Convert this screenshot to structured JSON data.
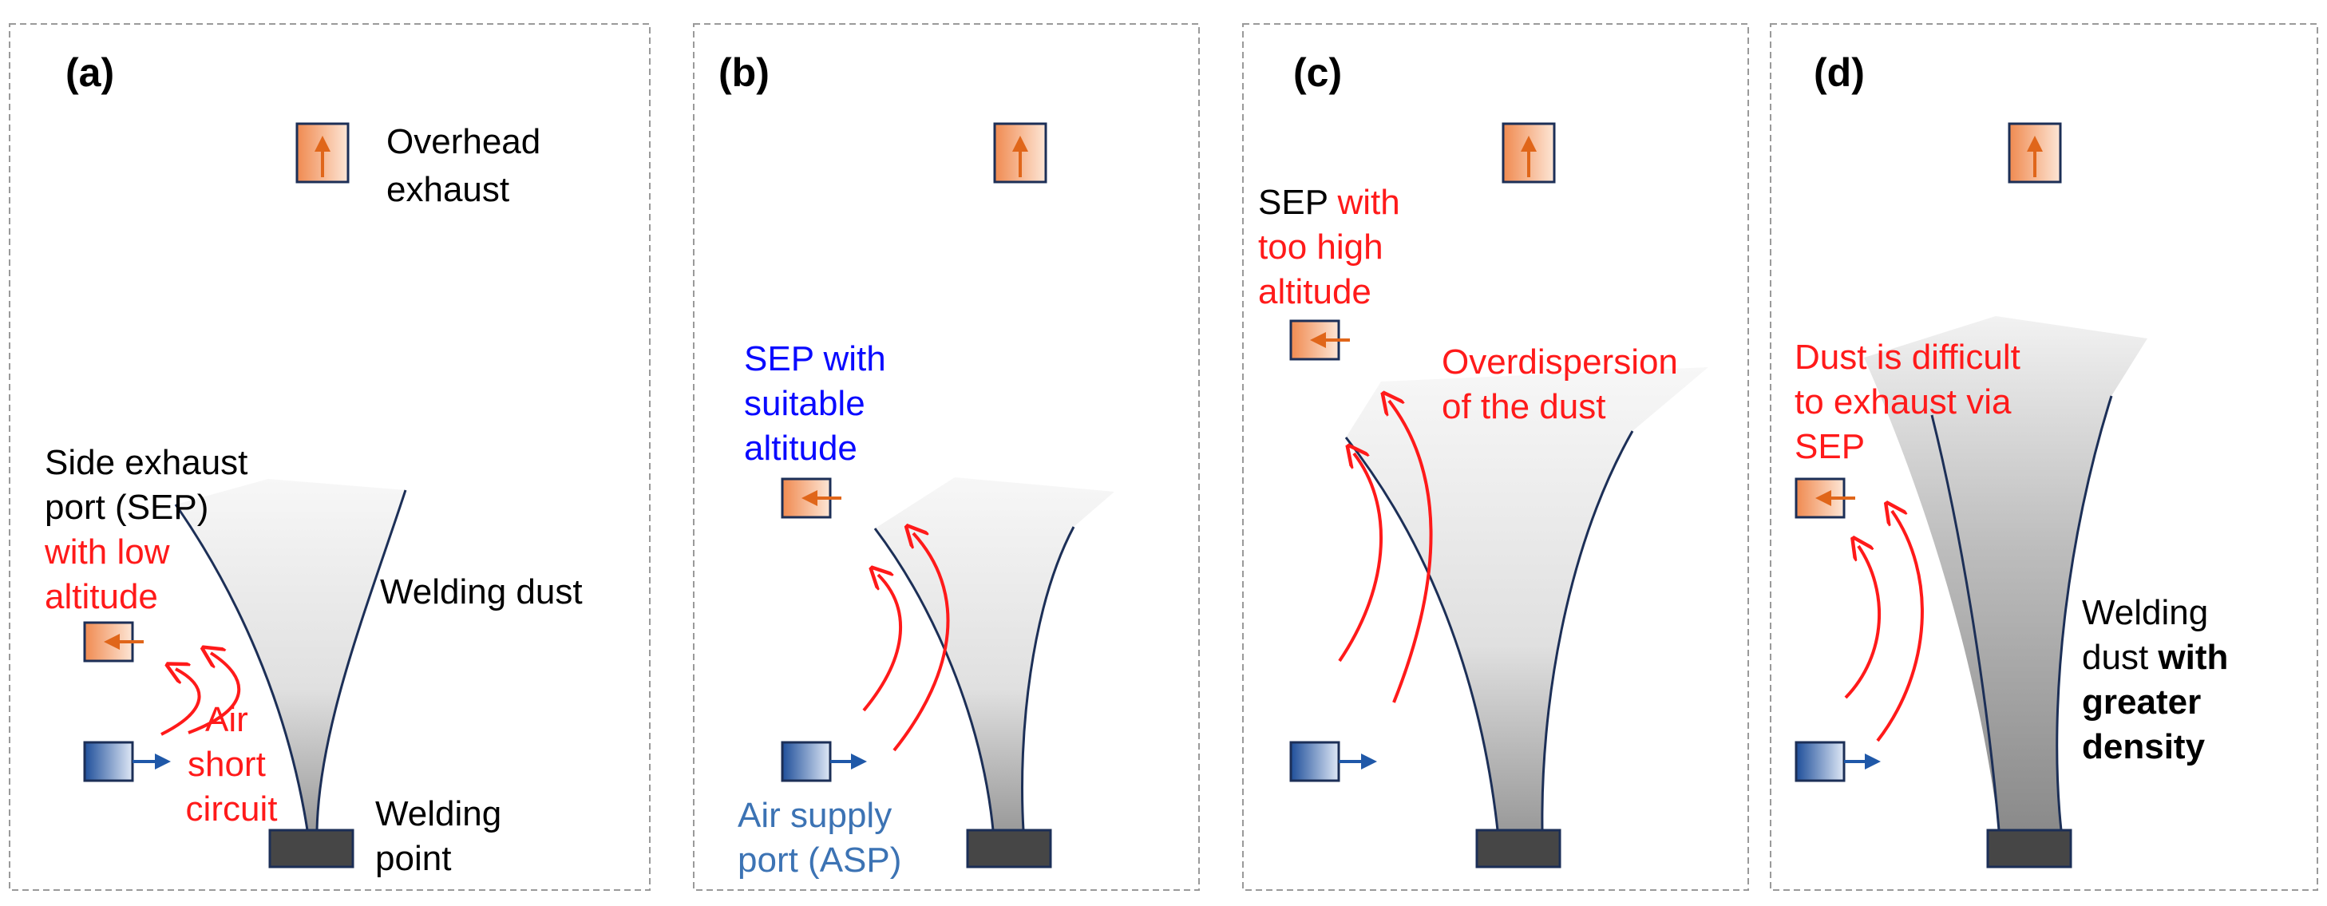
{
  "colors": {
    "frame": "#9a9a9a",
    "plume_edge": "#1c2f57",
    "red": "#ff1a1a",
    "blue": "#0a0aff",
    "steel_blue": "#3c73b4",
    "exhaust_fill": "#f4a06a",
    "exhaust_arrow": "#e0661a",
    "supply_fill": "#2f5fa8",
    "supply_arrow": "#1f58a8",
    "weld_point": "#464646"
  },
  "icons": {
    "exhaust": "arrow-in-box-icon",
    "supply": "arrow-out-box-icon"
  },
  "panels": {
    "a": {
      "label": "(a)",
      "overhead_line1": "Overhead",
      "overhead_line2": "exhaust",
      "sep_line1": "Side exhaust",
      "sep_line2": "port (SEP)",
      "sep_line3": "with low",
      "sep_line4": "altitude",
      "dust_label": "Welding dust",
      "short_line1": "Air",
      "short_line2": "short",
      "short_line3": "circuit",
      "point_line1": "Welding",
      "point_line2": "point"
    },
    "b": {
      "label": "(b)",
      "sep_line1": "SEP with",
      "sep_line2": "suitable",
      "sep_line3": "altitude",
      "asp_line1": "Air supply",
      "asp_line2": "port (ASP)"
    },
    "c": {
      "label": "(c)",
      "sep_line1_black": "SEP",
      "sep_line1_red": " with",
      "sep_line2": "too high",
      "sep_line3": "altitude",
      "over_line1": "Overdispersion",
      "over_line2": "of the dust"
    },
    "d": {
      "label": "(d)",
      "dust_line1": "Dust is difficult",
      "dust_line2": "to exhaust via",
      "dust_line3": "SEP",
      "weld_line1": "Welding",
      "weld_line2_plain": "dust ",
      "weld_line2_bold": "with",
      "weld_line3": "greater",
      "weld_line4": "density"
    }
  }
}
